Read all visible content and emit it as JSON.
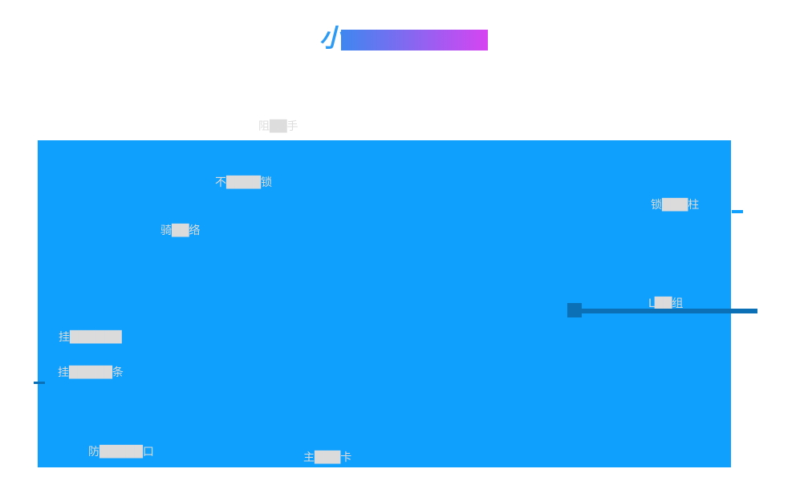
{
  "title": {
    "visible_char": "小"
  },
  "labels": [
    {
      "id": "frame-top",
      "text": "阻██手"
    },
    {
      "id": "feature-1",
      "text": "不████锁"
    },
    {
      "id": "feature-2",
      "text": "骑██络"
    },
    {
      "id": "feature-3",
      "text": "锁███柱"
    },
    {
      "id": "feature-led",
      "text": "L██组"
    },
    {
      "id": "feature-5",
      "text": "挂██████"
    },
    {
      "id": "feature-6",
      "text": "挂█████条"
    },
    {
      "id": "feature-7",
      "text": "防█████口"
    },
    {
      "id": "feature-8",
      "text": "主███卡"
    }
  ],
  "colors": {
    "panel_blue": "#0f9ffd",
    "accent_dark_blue": "#0b70b5",
    "label_gray": "#dbdbdb",
    "frame_label_gray": "#dddddd",
    "title_char_blue": "#2d9bf4",
    "title_gradient_start": "#3e87f0",
    "title_gradient_end": "#d644f1"
  }
}
